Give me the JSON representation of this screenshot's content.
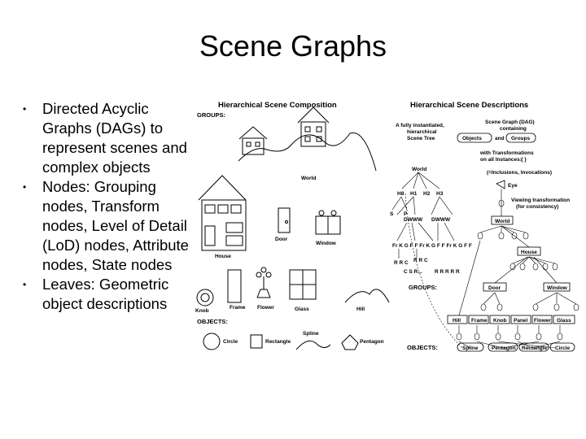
{
  "slide": {
    "title": "Scene Graphs",
    "bullets": [
      "Directed Acyclic Graphs (DAGs) to represent scenes and complex objects",
      "Nodes: Grouping nodes, Transform nodes, Level of Detail (LoD) nodes, Attribute nodes, State nodes",
      "Leaves: Geometric object descriptions"
    ],
    "bullet_glyph": "•"
  },
  "figure": {
    "left_title": "Hierarchical Scene Composition",
    "right_title": "Hierarchical Scene Descriptions",
    "groups_label": "GROUPS:",
    "objects_label": "OBJECTS:",
    "left_groups": [
      "World",
      "House",
      "Door",
      "Window"
    ],
    "left_parts": [
      "Knob",
      "Frame",
      "Flower",
      "Glass",
      "Hill"
    ],
    "left_objects": [
      "Circle",
      "Rectangle",
      "Spline",
      "Pentagon"
    ],
    "tree_caption": [
      "A fully instantiated,",
      "hierarchical",
      "Scene Tree"
    ],
    "dag_caption": [
      "Scene Graph (DAG)",
      "containing"
    ],
    "dag_objects": "Objects",
    "dag_and": "and",
    "dag_groups": "Groups",
    "dag_transform": [
      "with  Transformations",
      "on all Instances:"
    ],
    "dag_transform_note": "(=Inclusions, Invocations)",
    "eye": "Eye",
    "viewing": [
      "Viewing transformation",
      "(for consistency)"
    ],
    "dag_nodes": [
      "World",
      "House",
      "Door",
      "Window"
    ],
    "dag_leaves": [
      "Hill",
      "Frame",
      "Knob",
      "Panel",
      "Flower",
      "Glass"
    ],
    "dag_objects_row": [
      "Spline",
      "Pentagon",
      "Rectangle",
      "Circle"
    ],
    "tree_world": "World",
    "tree_level1": [
      "H8",
      "H1",
      "H2",
      "H3"
    ],
    "tree_sp": [
      "S",
      "P"
    ],
    "tree_dwww": [
      "DWWW",
      "DWWW"
    ],
    "tree_row": [
      "Fr K G F F Fr K G F F Fr K G F F"
    ],
    "tree_rrc": [
      "R R C",
      "R R C"
    ],
    "tree_csr": [
      "C S R...",
      "R R R R R"
    ],
    "instance_symbol": "{ }"
  }
}
